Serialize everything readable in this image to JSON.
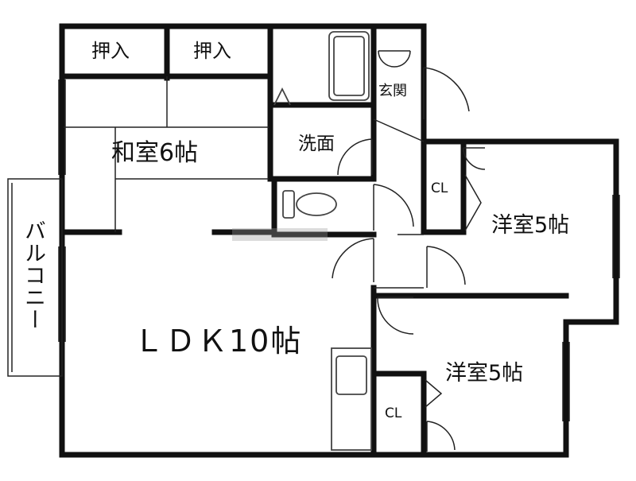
{
  "rooms": {
    "ldk": "ＬＤＫ10帖",
    "washitsu": "和室6帖",
    "yoshitsu_1": "洋室5帖",
    "yoshitsu_2": "洋室5帖",
    "oshiire_1": "押入",
    "oshiire_2": "押入",
    "senmen": "洗面",
    "genkan": "玄関",
    "closet_1": "CL",
    "closet_2": "CL",
    "balcony": "バルコニー"
  },
  "colors": {
    "wall": "#111111",
    "line": "#222222",
    "fixture": "#444444",
    "background": "#ffffff"
  }
}
